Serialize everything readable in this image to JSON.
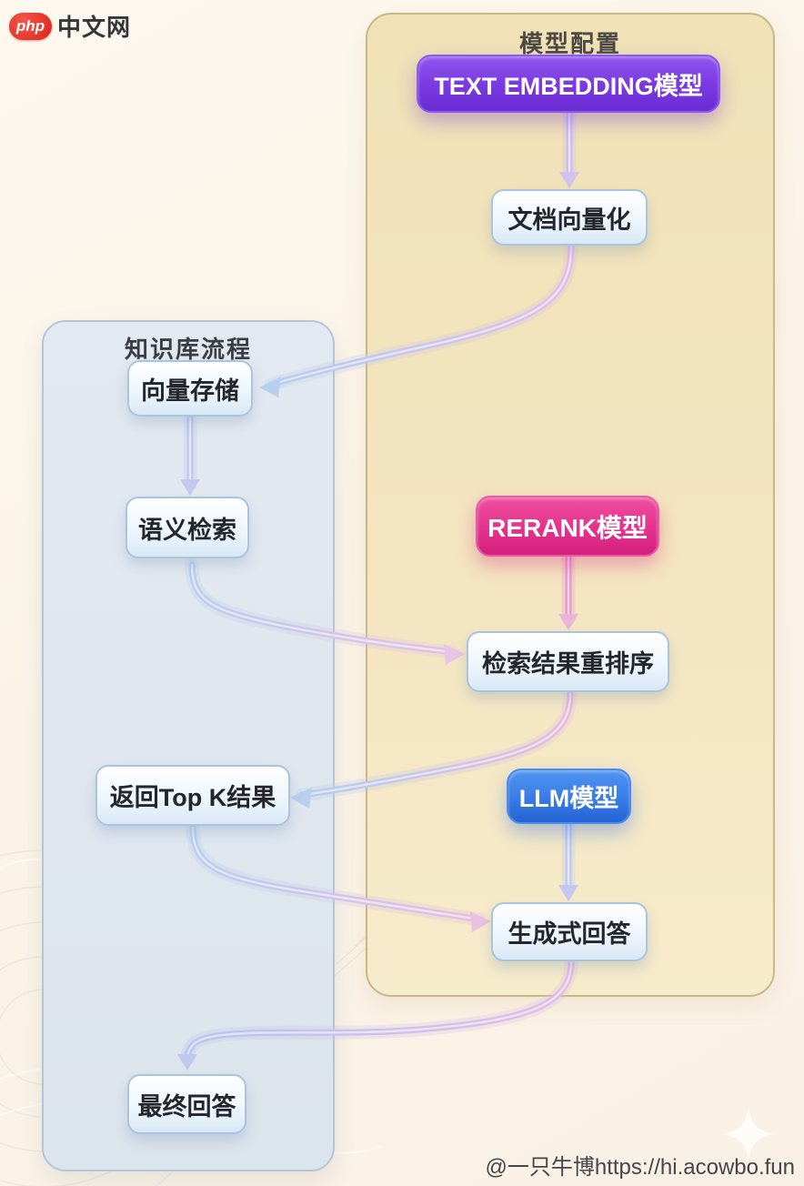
{
  "logo": {
    "badge": "php",
    "name": "中文网"
  },
  "panels": {
    "model_config": {
      "title": "模型配置"
    },
    "knowledge_flow": {
      "title": "知识库流程"
    }
  },
  "nodes": {
    "text_embedding": {
      "label": "TEXT EMBEDDING模型",
      "color": "#7c3ae3",
      "kind": "model-button"
    },
    "doc_vectorize": {
      "label": "文档向量化",
      "kind": "step"
    },
    "vector_store": {
      "label": "向量存储",
      "kind": "step"
    },
    "semantic_search": {
      "label": "语义检索",
      "kind": "step"
    },
    "rerank": {
      "label": "RERANK模型",
      "color": "#e5348f",
      "kind": "model-button"
    },
    "rerank_result": {
      "label": "检索结果重排序",
      "kind": "step"
    },
    "top_k": {
      "label": "返回Top K结果",
      "kind": "step"
    },
    "llm": {
      "label": "LLM模型",
      "color": "#3a7ee8",
      "kind": "model-button"
    },
    "generative_answer": {
      "label": "生成式回答",
      "kind": "step"
    },
    "final_answer": {
      "label": "最终回答",
      "kind": "step"
    }
  },
  "watermark": {
    "text": "@一只牛博https://hi.acowbo.fun"
  },
  "colors": {
    "canvas_bg": "#fbf3e6",
    "model_panel_bg": "#f3e5c0",
    "model_panel_border": "#c9b887",
    "knowledge_panel_bg": "#dfe6ee",
    "knowledge_panel_border": "#b5c5d6",
    "arrow_lavender": "#cdbcee",
    "arrow_pink": "#e6b8de",
    "arrow_blue": "#b8cdee",
    "logo_red": "#dd2318"
  }
}
